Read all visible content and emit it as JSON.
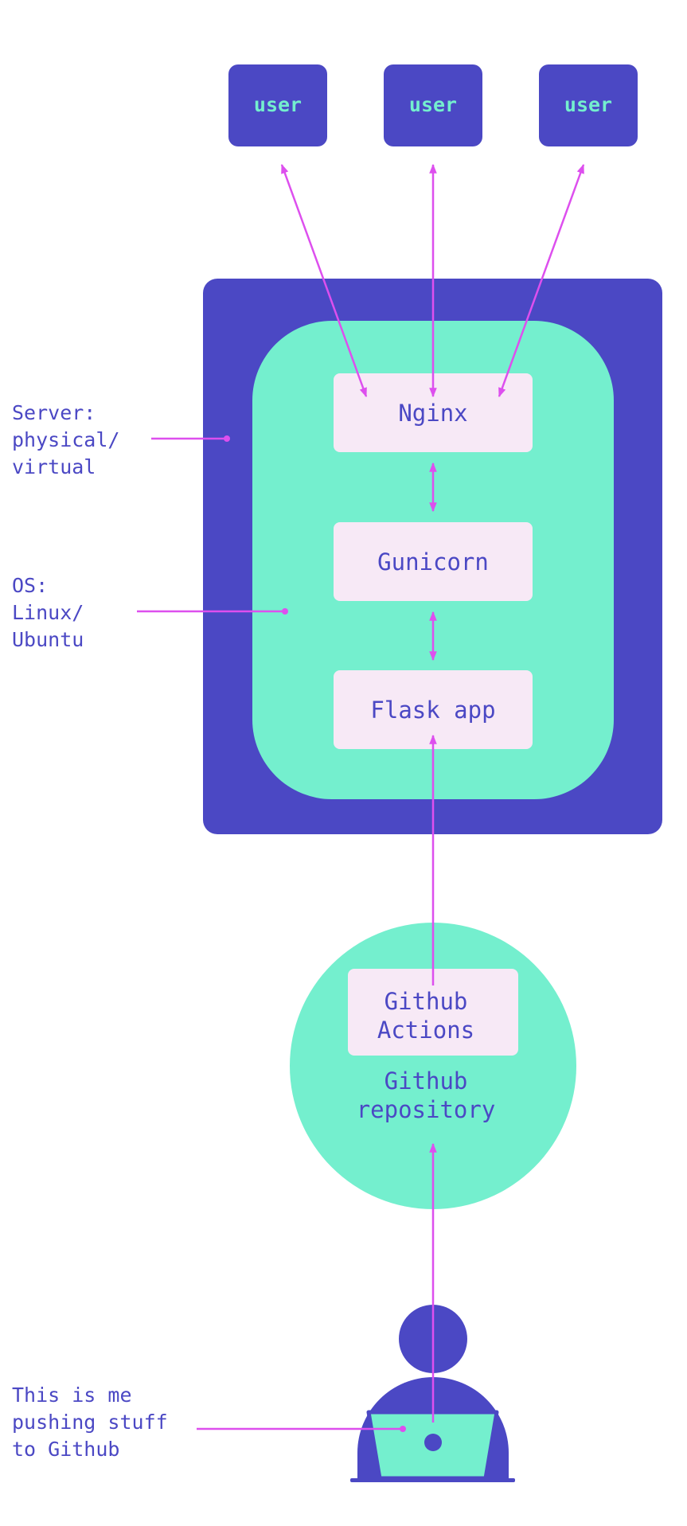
{
  "colors": {
    "indigo": "#4b48c4",
    "mint": "#74efce",
    "lavender": "#f7e9f6",
    "magenta": "#dd4fee"
  },
  "users": [
    {
      "label": "user"
    },
    {
      "label": "user"
    },
    {
      "label": "user"
    }
  ],
  "server": {
    "label_lines": [
      "Server:",
      "physical/",
      "virtual"
    ]
  },
  "os": {
    "label_lines": [
      "OS:",
      "Linux/",
      "Ubuntu"
    ]
  },
  "stack": {
    "nginx": "Nginx",
    "gunicorn": "Gunicorn",
    "flask": "Flask app"
  },
  "github": {
    "actions_lines": [
      "Github",
      "Actions"
    ],
    "repository_lines": [
      "Github",
      "repository"
    ]
  },
  "developer": {
    "label_lines": [
      "This is me",
      "pushing stuff",
      "to Github"
    ]
  }
}
